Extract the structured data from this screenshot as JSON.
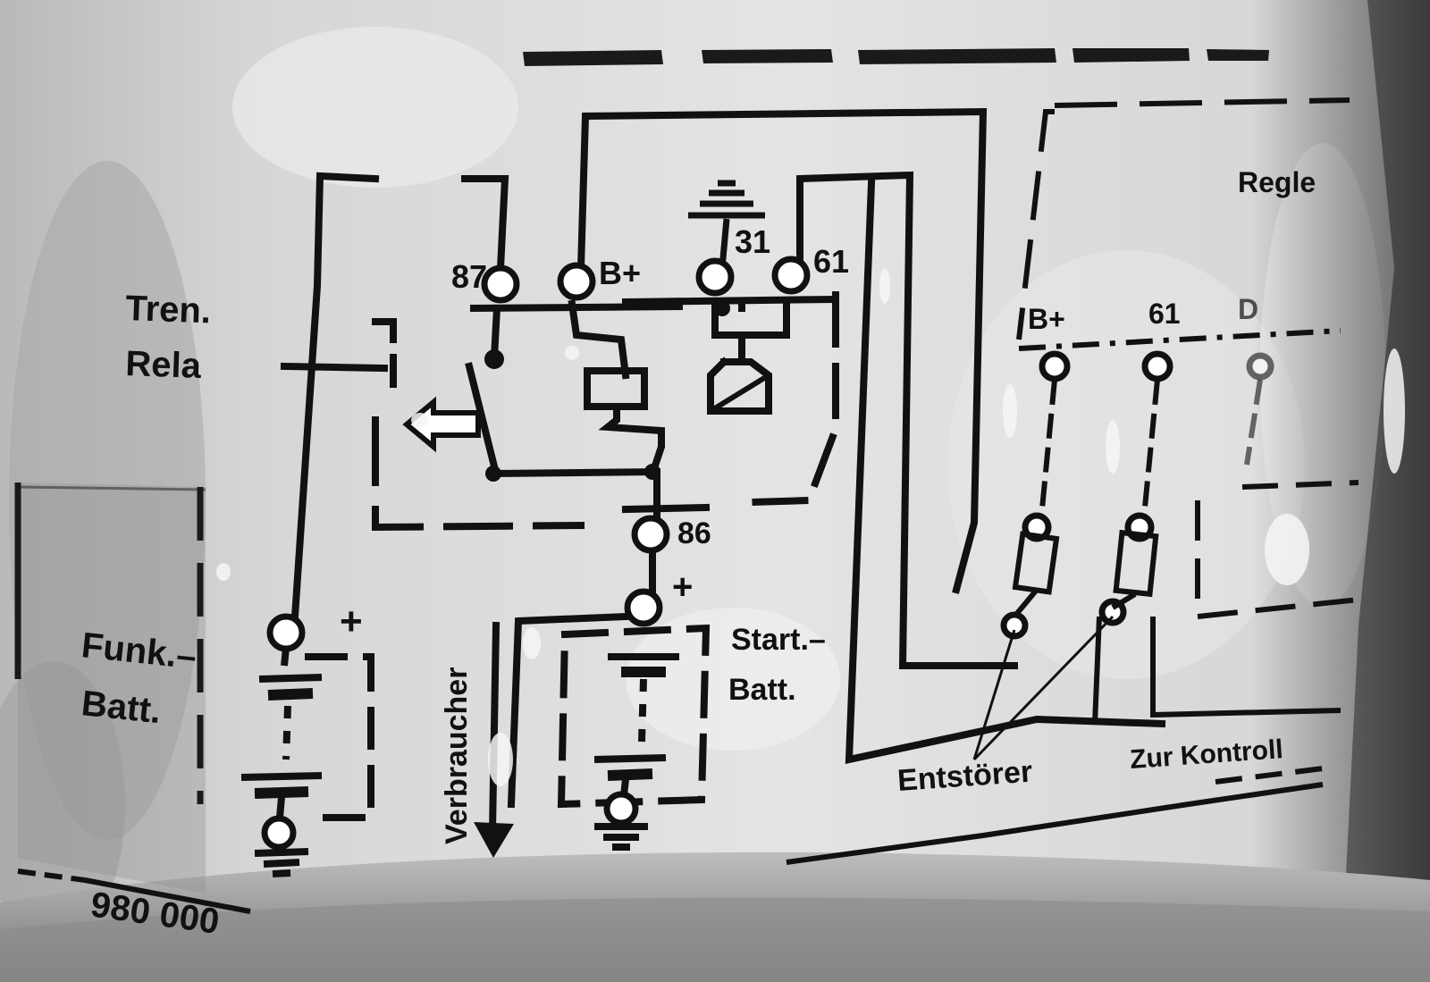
{
  "relay": {
    "label_line1": "Tren.",
    "label_line2": "Rela",
    "terminals": {
      "t87": "87",
      "bplus": "B+",
      "t31": "31",
      "t61": "61",
      "t86": "86"
    }
  },
  "batteries": {
    "funk_line1": "Funk.–",
    "funk_line2": "Batt.",
    "funk_plus": "+",
    "start_line1": "Start.–",
    "start_line2": "Batt.",
    "start_plus": "+"
  },
  "consumer_label": "Verbraucher",
  "regulator": {
    "label": "Regle",
    "terminals": {
      "bplus": "B+",
      "t61": "61",
      "d": "D"
    }
  },
  "entstoerer_label": "Entstörer",
  "kontroll_label": "Zur Kontroll",
  "part_number": "980 000"
}
